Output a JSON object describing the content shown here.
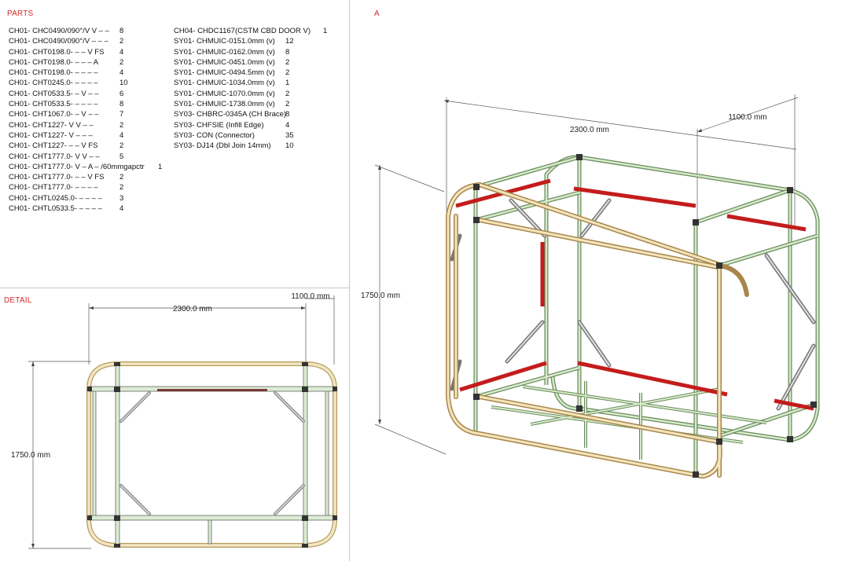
{
  "labels": {
    "parts": "PARTS",
    "detail": "DETAIL",
    "view_a": "A"
  },
  "parts_col1": [
    {
      "name": "CH01- CHC0490/090°/V V – –",
      "qty": "8"
    },
    {
      "name": "CH01- CHC0490/090°/V – – –",
      "qty": "2"
    },
    {
      "name": "CH01- CHT0198.0- – – V FS",
      "qty": "4"
    },
    {
      "name": "CH01- CHT0198.0- – – – A",
      "qty": "2"
    },
    {
      "name": "CH01- CHT0198.0- – – – –",
      "qty": "4"
    },
    {
      "name": "CH01- CHT0245.0- – – – –",
      "qty": "10"
    },
    {
      "name": "CH01- CHT0533.5- – V – –",
      "qty": "6"
    },
    {
      "name": "CH01- CHT0533.5- – – – –",
      "qty": "8"
    },
    {
      "name": "CH01- CHT1067.0- – V – –",
      "qty": "7"
    },
    {
      "name": "CH01- CHT1227- V V – –",
      "qty": "2"
    },
    {
      "name": "CH01- CHT1227- V – – –",
      "qty": "4"
    },
    {
      "name": "CH01- CHT1227- – – V FS",
      "qty": "2"
    },
    {
      "name": "CH01- CHT1777.0- V V – –",
      "qty": "5"
    },
    {
      "name": "CH01- CHT1777.0- V – A – /60mmgapctr",
      "qty": "1"
    },
    {
      "name": "CH01- CHT1777.0- – – V FS",
      "qty": "2"
    },
    {
      "name": "CH01- CHT1777.0- – – – –",
      "qty": "2"
    },
    {
      "name": "CH01- CHTL0245.0- – – – –",
      "qty": "3"
    },
    {
      "name": "CH01- CHTL0533.5- – – – –",
      "qty": "4"
    }
  ],
  "parts_col2": [
    {
      "name": "CH04- CHDC1167(CSTM CBD DOOR V)",
      "qty": "1"
    },
    {
      "name": "SY01- CHMUIC-0151.0mm (v)",
      "qty": "12"
    },
    {
      "name": "SY01- CHMUIC-0162.0mm (v)",
      "qty": "8"
    },
    {
      "name": "SY01- CHMUIC-0451.0mm (v)",
      "qty": "2"
    },
    {
      "name": "SY01- CHMUIC-0494.5mm (v)",
      "qty": "2"
    },
    {
      "name": "SY01- CHMUIC-1034.0mm (v)",
      "qty": "1"
    },
    {
      "name": "SY01- CHMUIC-1070.0mm (v)",
      "qty": "2"
    },
    {
      "name": "SY01- CHMUIC-1738.0mm (v)",
      "qty": "2"
    },
    {
      "name": "SY03- CHBRC-0345A (CH Brace)",
      "qty": "8"
    },
    {
      "name": "SY03- CHFSIE (Infill Edge)",
      "qty": "4"
    },
    {
      "name": "SY03- CON    (Connector)",
      "qty": "35"
    },
    {
      "name": "SY03- DJ14 (Dbl Join 14mm)",
      "qty": "10"
    }
  ],
  "detail": {
    "width_dim": "2300.0 mm",
    "depth_dim": "1100.0 mm",
    "height_dim": "1750.0 mm"
  },
  "view_a": {
    "width_dim": "2300.0 mm",
    "depth_dim": "1100.0 mm",
    "height_dim": "1750.0 mm"
  }
}
